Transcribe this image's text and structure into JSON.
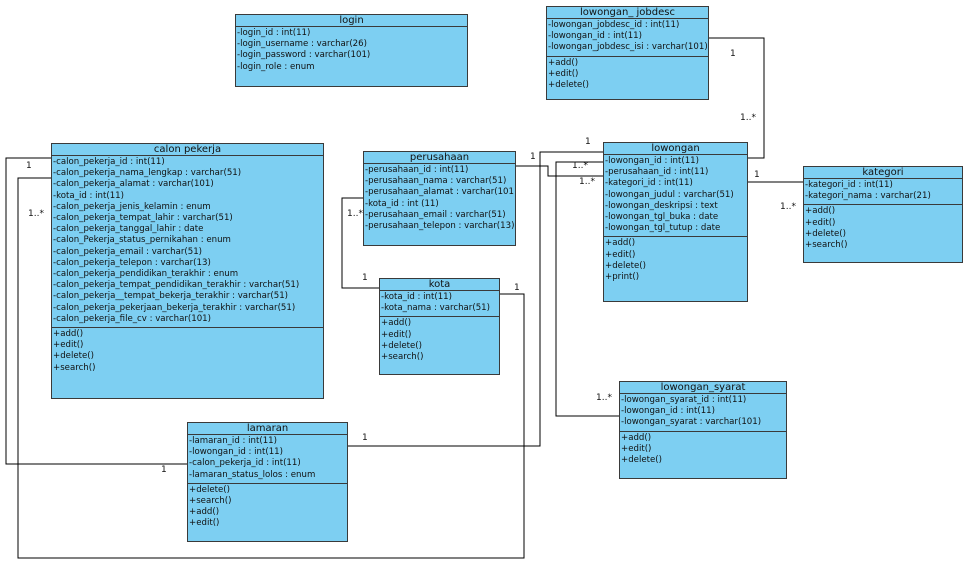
{
  "classes": [
    {
      "id": "login",
      "name": "login",
      "attributes": [
        "-login_id : int(11)",
        "-login_username : varchar(26)",
        "-login_password : varchar(101)",
        "-login_role : enum"
      ],
      "operations": []
    },
    {
      "id": "lowongan_jobdesc",
      "name": "lowongan_ jobdesc",
      "attributes": [
        "-lowongan_jobdesc_id : int(11)",
        "-lowongan_id : int(11)",
        "-lowongan_jobdesc_isi : varchar(101)"
      ],
      "operations": [
        "+add()",
        "+edit()",
        "+delete()"
      ]
    },
    {
      "id": "calon_pekerja",
      "name": "calon pekerja",
      "attributes": [
        "-calon_pekerja_id : int(11)",
        "-calon_pekerja_nama_lengkap : varchar(51)",
        "-calon_pekerja_alamat : varchar(101)",
        "-kota_id : int(11)",
        "-calon_pekerja_jenis_kelamin : enum",
        "-calon_pekerja_tempat_lahir : varchar(51)",
        "-calon_pekerja_tanggal_lahir : date",
        "-calon_Pekerja_status_pernikahan : enum",
        "-calon_pekerja_email : varchar(51)",
        "-calon_pekerja_telepon : varchar(13)",
        "-calon_pekerja_pendidikan_terakhir : enum",
        "-calon_pekerja_tempat_pendidikan_terakhir : varchar(51)",
        "-calon_pekerja__tempat_bekerja_terakhir : varchar(51)",
        "-calon_pekerja_pekerjaan_bekerja_terakhir : varchar(51)",
        "-calon_pekerja_file_cv : varchar(101)"
      ],
      "operations": [
        "+add()",
        "+edit()",
        "+delete()",
        "+search()"
      ]
    },
    {
      "id": "perusahaan",
      "name": "perusahaan",
      "attributes": [
        "-perusahaan_id : int(11)",
        "-perusahaan_nama : varchar(51)",
        "-perusahaan_alamat : varchar(101)",
        "-kota_id : int (11)",
        "-perusahaan_email : varchar(51)",
        "-perusahaan_telepon : varchar(13)"
      ],
      "operations": []
    },
    {
      "id": "lowongan",
      "name": "lowongan",
      "attributes": [
        "-lowongan_id : int(11)",
        "-perusahaan_id : int(11)",
        "-kategori_id : int(11)",
        "-lowongan_judul : varchar(51)",
        "-lowongan_deskripsi : text",
        "-lowongan_tgl_buka : date",
        "-lowongan_tgl_tutup : date"
      ],
      "operations": [
        "+add()",
        "+edit()",
        "+delete()",
        "+print()"
      ]
    },
    {
      "id": "kategori",
      "name": "kategori",
      "attributes": [
        "-kategori_id : int(11)",
        "-kategori_nama : varchar(21)"
      ],
      "operations": [
        "+add()",
        "+edit()",
        "+delete()",
        "+search()"
      ]
    },
    {
      "id": "kota",
      "name": "kota",
      "attributes": [
        "-kota_id : int(11)",
        "-kota_nama : varchar(51)"
      ],
      "operations": [
        "+add()",
        "+edit()",
        "+delete()",
        "+search()"
      ]
    },
    {
      "id": "lamaran",
      "name": "lamaran",
      "attributes": [
        "-lamaran_id : int(11)",
        "-lowongan_id : int(11)",
        "-calon_pekerja_id : int(11)",
        "-lamaran_status_lolos : enum"
      ],
      "operations": [
        "+delete()",
        "+search()",
        "+add()",
        "+edit()"
      ]
    },
    {
      "id": "lowongan_syarat",
      "name": "lowongan_syarat",
      "attributes": [
        "-lowongan_syarat_id : int(11)",
        "-lowongan_id : int(11)",
        "-lowongan_syarat : varchar(101)"
      ],
      "operations": [
        "+add()",
        "+edit()",
        "+delete()"
      ]
    }
  ],
  "multiplicities": [
    {
      "id": "m1",
      "text": "1"
    },
    {
      "id": "m2",
      "text": "1..*"
    },
    {
      "id": "m3",
      "text": "1"
    },
    {
      "id": "m4",
      "text": "1..*"
    },
    {
      "id": "m5",
      "text": "1"
    },
    {
      "id": "m6",
      "text": "1..*"
    },
    {
      "id": "m7",
      "text": "1"
    },
    {
      "id": "m8",
      "text": "1..*"
    },
    {
      "id": "m9",
      "text": "1"
    },
    {
      "id": "m10",
      "text": "1..*"
    },
    {
      "id": "m11",
      "text": "1"
    },
    {
      "id": "m12",
      "text": "1..*"
    },
    {
      "id": "m13",
      "text": "1..*"
    },
    {
      "id": "m14",
      "text": "1"
    },
    {
      "id": "m15",
      "text": "1"
    },
    {
      "id": "m16",
      "text": "1"
    }
  ]
}
